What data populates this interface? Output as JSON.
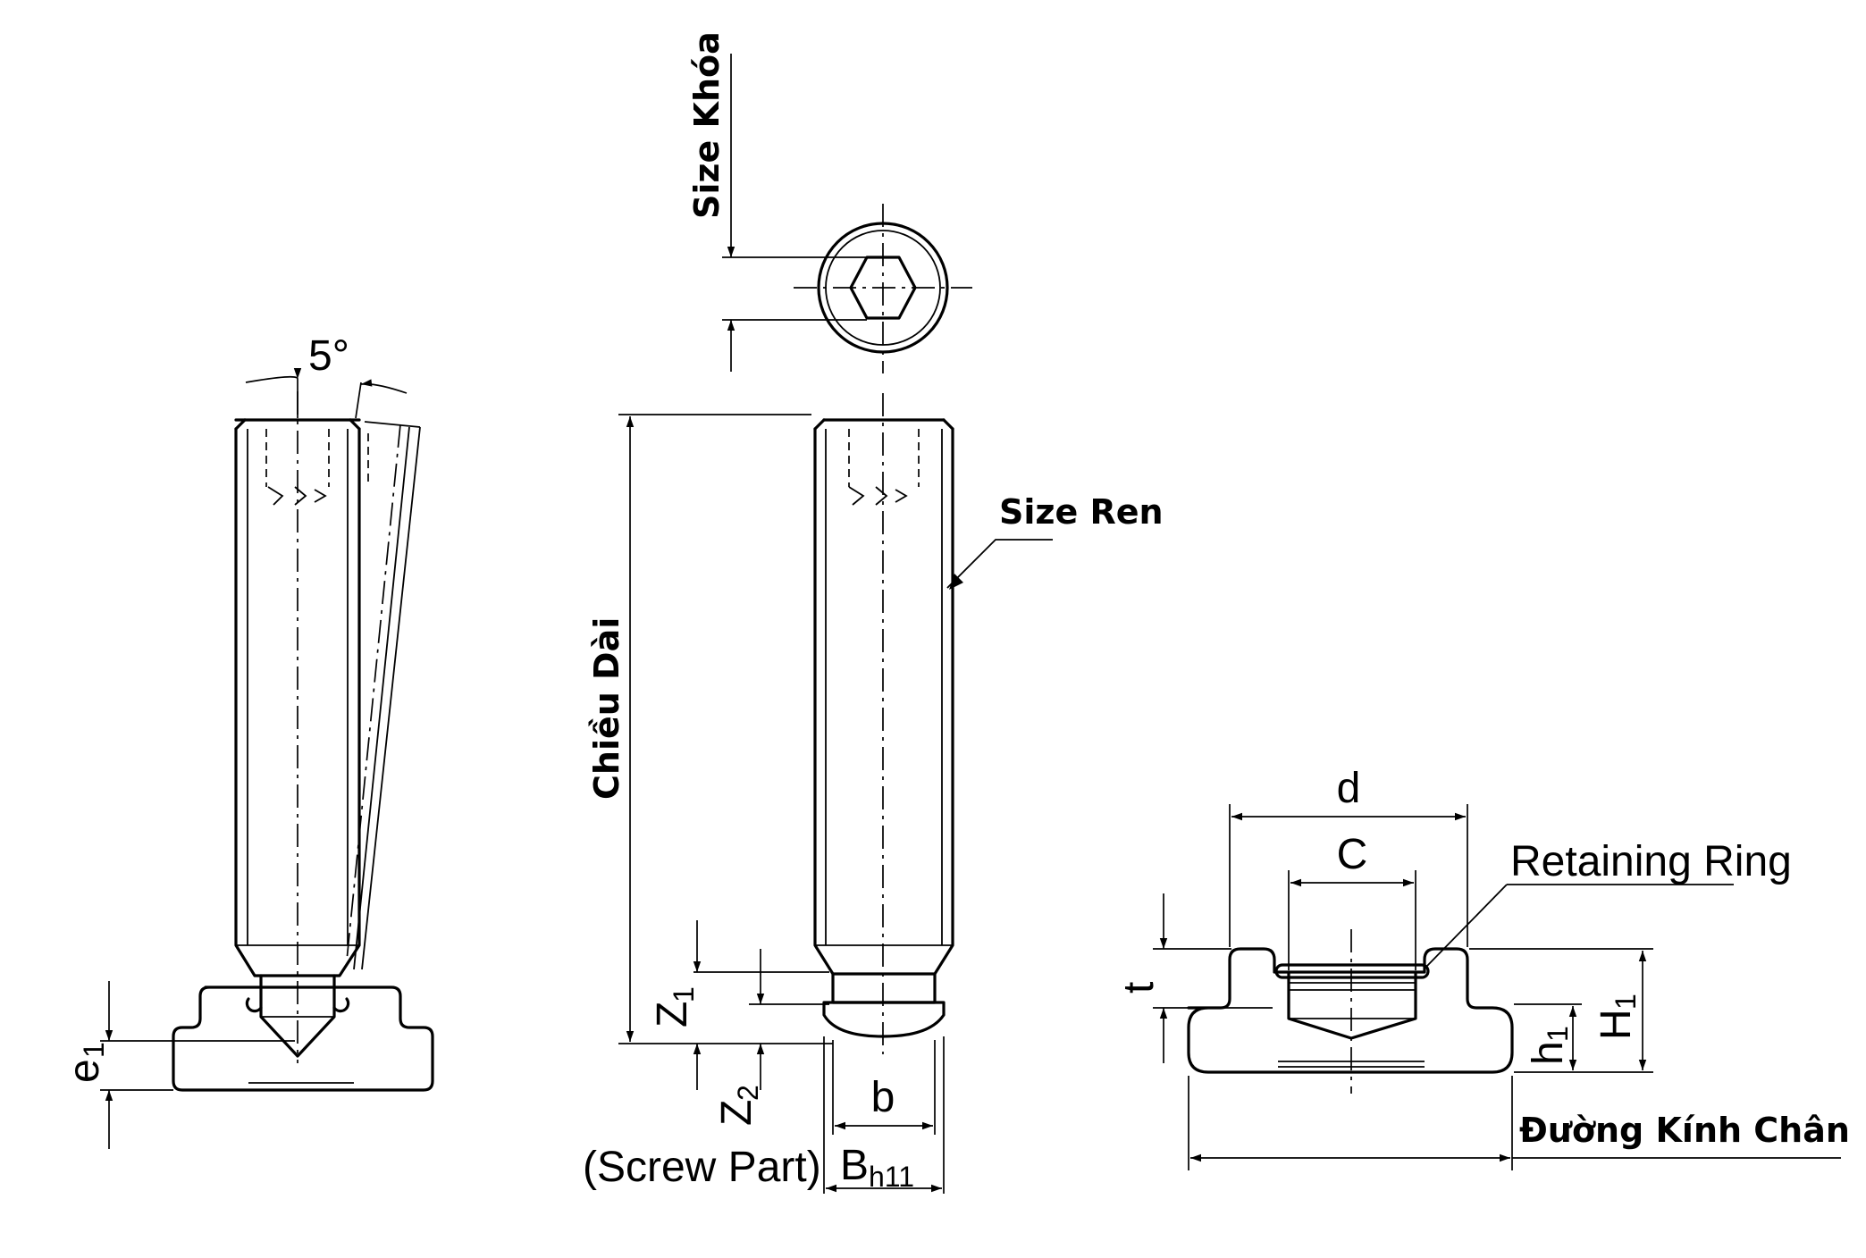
{
  "labels": {
    "angle": "5°",
    "size_khoa": "Size Khóa",
    "size_ren": "Size Ren",
    "chieu_dai": "Chiều Dài",
    "z1": "Z",
    "z1_sub": "1",
    "z2": "Z",
    "z2_sub": "2",
    "screw_part": "(Screw Part)",
    "b": "b",
    "B": "B",
    "B_sub": "h11",
    "e1": "e",
    "e1_sub": "1",
    "d": "d",
    "C": "C",
    "retaining_ring": "Retaining Ring",
    "t": "t",
    "h1": "h",
    "h1_sub": "1",
    "H1": "H",
    "H1_sub": "1",
    "duong_kinh_chan": "Đường Kính Chân"
  }
}
